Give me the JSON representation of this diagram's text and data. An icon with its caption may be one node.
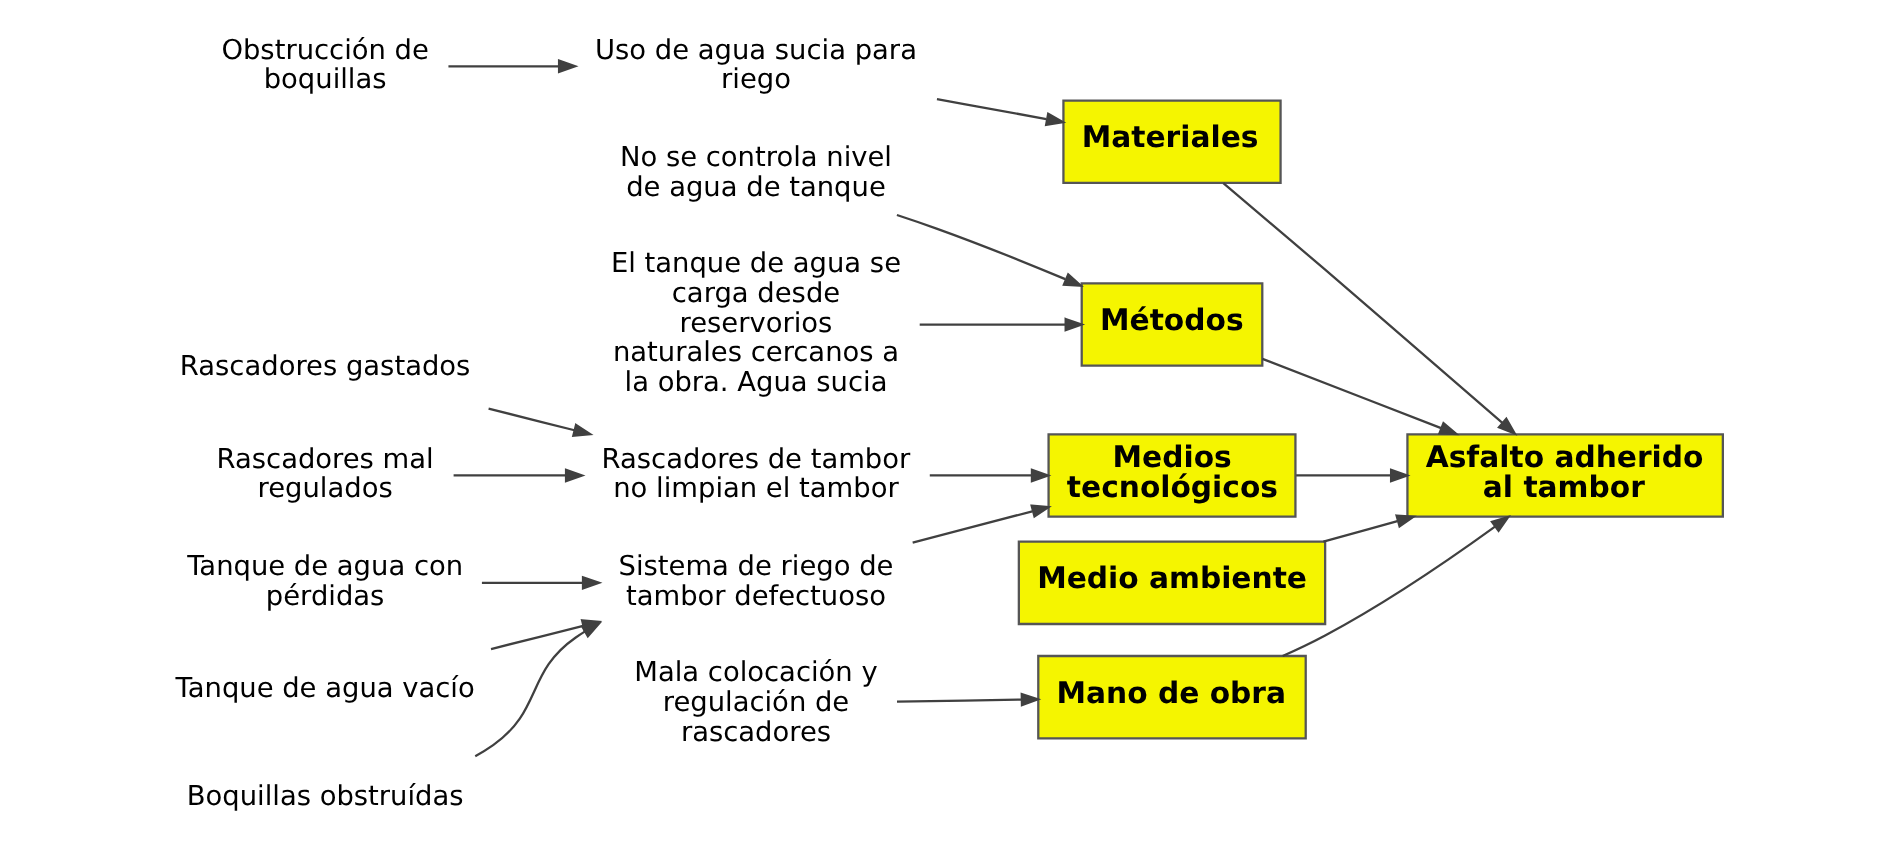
{
  "diagram": {
    "nodes": [
      {
        "text": [
          "Mano de obra"
        ]
      },
      {
        "text": [
          "Materiales"
        ]
      },
      {
        "text": [
          "Métodos"
        ]
      },
      {
        "text": [
          "Asfalto adherido al tambor"
        ]
      },
      {
        "text": [
          "Mala colocación y regulación de rascadores"
        ]
      },
      {
        "text": [
          "Uso de agua sucia para riego"
        ]
      },
      {
        "text": [
          "Obstrucción de boquillas"
        ]
      },
      {
        "text": [
          "No se controla nivel de agua de tanque"
        ]
      },
      {
        "text": [
          "El tanque de agua se carga desde reservorios naturales cercanos a la obra. Agua sucia"
        ]
      },
      {
        "text": [
          "Tanque de agua con pérdidas"
        ]
      },
      {
        "text": [
          "Tanque de agua vacío"
        ]
      },
      {
        "text": [
          "Rascadores de tambor no limpian el tambor"
        ]
      },
      {
        "text": [
          "Boquillas obstruídas"
        ]
      },
      {
        "text": [
          "Rascadores gastados"
        ]
      },
      {
        "text": [
          "Sistema de riego de tambor defectuoso"
        ]
      },
      {
        "text": [
          "Rascadores mal regulados"
        ]
      },
      {
        "text": [
          "Medios tecnológicos"
        ]
      },
      {
        "text": [
          "Medio ambiente"
        ]
      }
    ],
    "edges": [
      {
        "from": 0,
        "to": 3,
        "arrow": "to"
      },
      {
        "from": 1,
        "to": 3,
        "arrow": "to"
      },
      {
        "from": 2,
        "to": 3,
        "arrow": "to"
      },
      {
        "from": 16,
        "to": 3,
        "arrow": "to"
      },
      {
        "from": 17,
        "to": 3,
        "arrow": "to"
      },
      {
        "from": 4,
        "to": 0,
        "arrow": "to"
      },
      {
        "from": 5,
        "to": 1,
        "arrow": "to"
      },
      {
        "from": 6,
        "to": 5,
        "arrow": "to"
      },
      {
        "from": 7,
        "to": 2,
        "arrow": "to"
      },
      {
        "from": 8,
        "to": 2,
        "arrow": "to"
      },
      {
        "from": 11,
        "to": 16,
        "arrow": "to"
      },
      {
        "from": 13,
        "to": 11,
        "arrow": "to"
      },
      {
        "from": 15,
        "to": 11,
        "arrow": "to"
      },
      {
        "from": 14,
        "to": 16,
        "arrow": "to"
      },
      {
        "from": 12,
        "to": 14,
        "arrow": "to"
      },
      {
        "from": 9,
        "to": 14,
        "arrow": "to"
      },
      {
        "from": 10,
        "to": 14,
        "arrow": "to"
      }
    ]
  }
}
